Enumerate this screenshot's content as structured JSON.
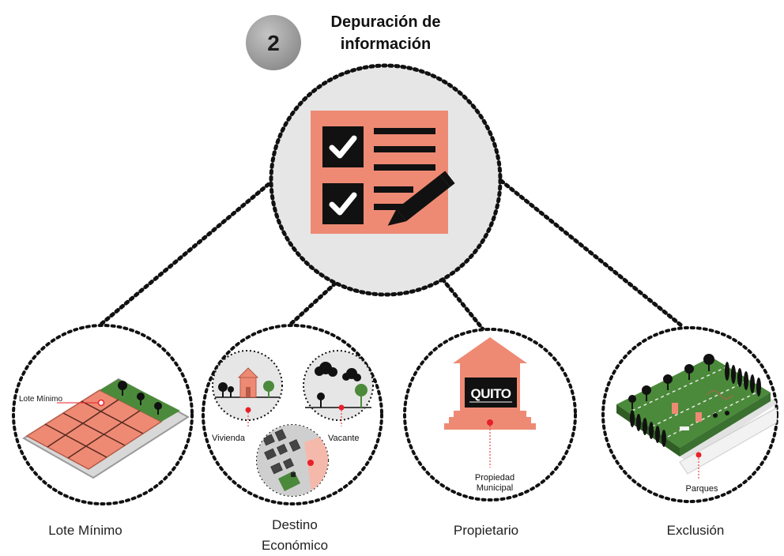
{
  "header": {
    "step_number": "2",
    "title_line1": "Depuración de",
    "title_line2": "información"
  },
  "central": {
    "icon": "checklist-pencil-icon"
  },
  "nodes": [
    {
      "id": "lote",
      "caption_line1": "Lote Mínimo",
      "caption_line2": "",
      "tags": [
        "Lote Mínimo"
      ]
    },
    {
      "id": "destino",
      "caption_line1": "Destino",
      "caption_line2": "Económico",
      "tags": [
        "Vivienda",
        "Vacante"
      ]
    },
    {
      "id": "propietario",
      "caption_line1": "Propietario",
      "caption_line2": "",
      "tags": [
        "Propiedad",
        "Municipal"
      ],
      "logo_text": "QUITO"
    },
    {
      "id": "exclusion",
      "caption_line1": "Exclusión",
      "caption_line2": "",
      "tags": [
        "Parques"
      ]
    }
  ],
  "colors": {
    "accent": "#ee8a74",
    "accent_dark": "#d9705b",
    "circle_fill": "#e6e6e6",
    "badge": "#9a9a9a",
    "grass": "#4b8a3a",
    "dark": "#111111",
    "marker": "#e8202a"
  }
}
